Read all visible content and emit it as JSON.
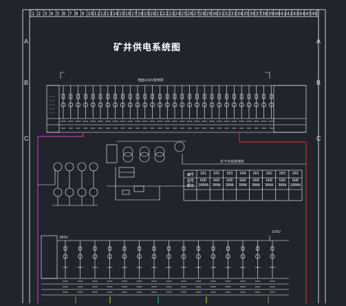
{
  "drawing": {
    "title": "矿井供电系统图",
    "ruler_top": "1 2 3 4 5 6 7 8 9 10 11 12 13 14 15 16 17 18 19 20 21 22 23 24 25 26 27 28 29 30 31 32 33 34 35 36 37 38 39 40 41 42 43 44 45 46",
    "row_marks": {
      "a_left": "A",
      "a_right": "A",
      "b_left": "B",
      "b_right": "B",
      "c_left": "C",
      "c_right": "C"
    },
    "bus_top_label": "地面10KV变电所",
    "sub_label": "井下中央变电所",
    "bottom_bus_left": "380V",
    "bottom_bus_right": "10KV"
  },
  "feeder_table": {
    "row_labels": [
      "编号",
      "型号",
      "额定"
    ],
    "columns": [
      {
        "no": "101",
        "type": "GGD",
        "rating": "1000A"
      },
      {
        "no": "102",
        "type": "GGD",
        "rating": "300A"
      },
      {
        "no": "103",
        "type": "GGD",
        "rating": "300A"
      },
      {
        "no": "104",
        "type": "GGD",
        "rating": "300A"
      },
      {
        "no": "201",
        "type": "GGD",
        "rating": "300A"
      },
      {
        "no": "202",
        "type": "GGD",
        "rating": "300A"
      },
      {
        "no": "203",
        "type": "GGD",
        "rating": "300A"
      },
      {
        "no": "201",
        "type": "GGD",
        "rating": "1000A"
      }
    ]
  },
  "colors": {
    "background": "#21242b",
    "frame": "#ffffff",
    "magenta_line": "#d33fd3",
    "red_line": "#e03030",
    "green_line": "#3cc43c",
    "yellow_line": "#e0d040",
    "cyan_line": "#40c8e0"
  }
}
